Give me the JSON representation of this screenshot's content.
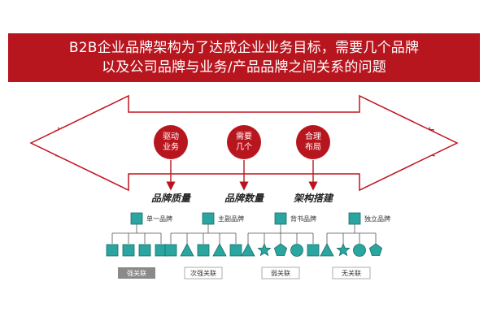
{
  "title": {
    "line1": "B2B企业品牌架构为了达成企业业务目标，需要几个品牌",
    "line2": "以及公司品牌与业务/产品品牌之间关系的问题"
  },
  "left_label": [
    "业务",
    "需求"
  ],
  "right_label": [
    "客户",
    "接受"
  ],
  "drivers": [
    {
      "lines": [
        "驱动",
        "业务"
      ],
      "heading": "品牌质量"
    },
    {
      "lines": [
        "需要",
        "几个"
      ],
      "heading": "品牌数量"
    },
    {
      "lines": [
        "合理",
        "布局"
      ],
      "heading": "架构搭建"
    }
  ],
  "structures": [
    {
      "root_label": "单一品牌",
      "relation": "强关联",
      "relation_style": "filled-gray",
      "children": [
        "square",
        "square",
        "square",
        "square"
      ]
    },
    {
      "root_label": "主副品牌",
      "relation": "次强关联",
      "relation_style": "outline",
      "children": [
        "square",
        "triangle",
        "square",
        "triangle",
        "square"
      ]
    },
    {
      "root_label": "背书品牌",
      "relation": "弱关联",
      "relation_style": "outline",
      "children": [
        "triangle",
        "star",
        "pentagon",
        "circle",
        "square"
      ]
    },
    {
      "root_label": "独立品牌",
      "relation": "无关联",
      "relation_style": "outline",
      "children": [
        "triangle",
        "star",
        "circle",
        "pentagon"
      ]
    }
  ],
  "colors": {
    "brand_red": "#b8161f",
    "node_teal": "#2aa5a0",
    "node_stroke": "#1a6e6a",
    "gray_box": "#8a8a8a"
  }
}
